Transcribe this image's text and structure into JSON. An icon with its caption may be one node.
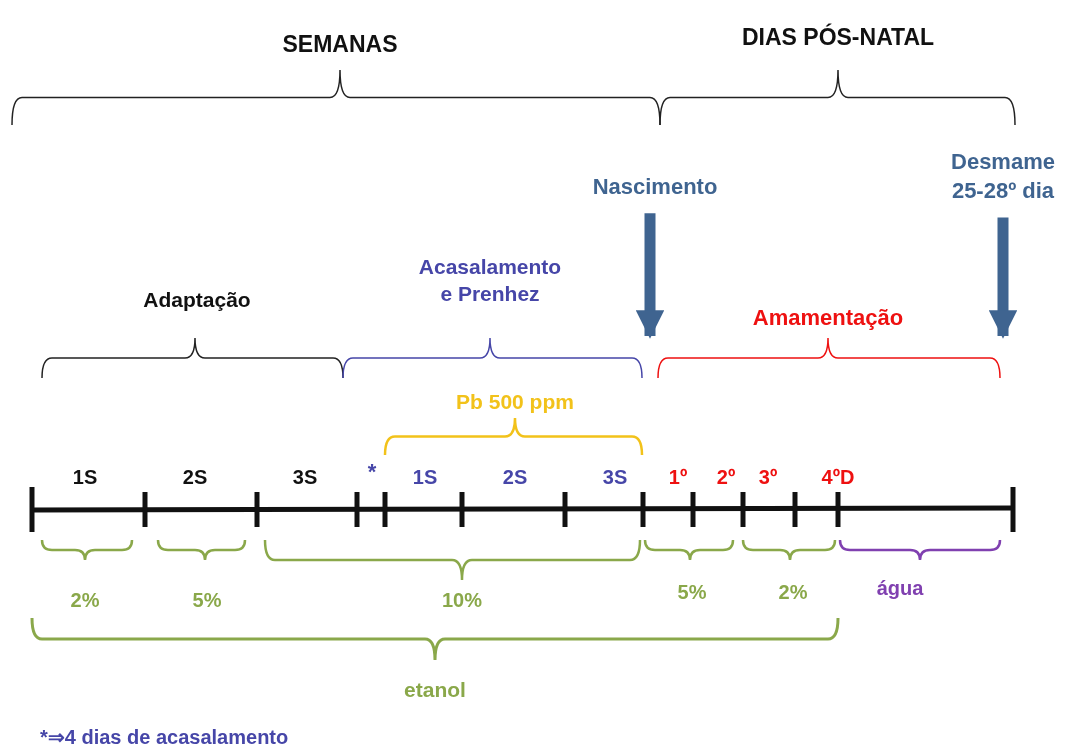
{
  "diagram": {
    "nodes": [
      {
        "text": [
          "Nascimento"
        ]
      },
      {
        "text": [
          "Desmame 25-28º dia"
        ]
      },
      {
        "text": [],
        "shape": "brace",
        "beside": [
          "Amamentação"
        ]
      }
    ],
    "edges": [
      {
        "from": 0,
        "to": 2,
        "arrow": "to"
      },
      {
        "from": 1,
        "to": 2,
        "arrow": "to"
      }
    ],
    "labels": [
      "SEMANAS",
      "DIAS PÓS-NATAL",
      "Adaptação",
      "Acasalamento e Prenhez",
      "Pb 500 ppm",
      "1S",
      "2S",
      "3S",
      "*",
      "1S",
      "2S",
      "3S",
      "1º",
      "2º",
      "3º",
      "4ºD",
      "2%",
      "5%",
      "10%",
      "5%",
      "2%",
      "água",
      "etanol",
      "*⇒4 dias de acasalamento"
    ]
  }
}
